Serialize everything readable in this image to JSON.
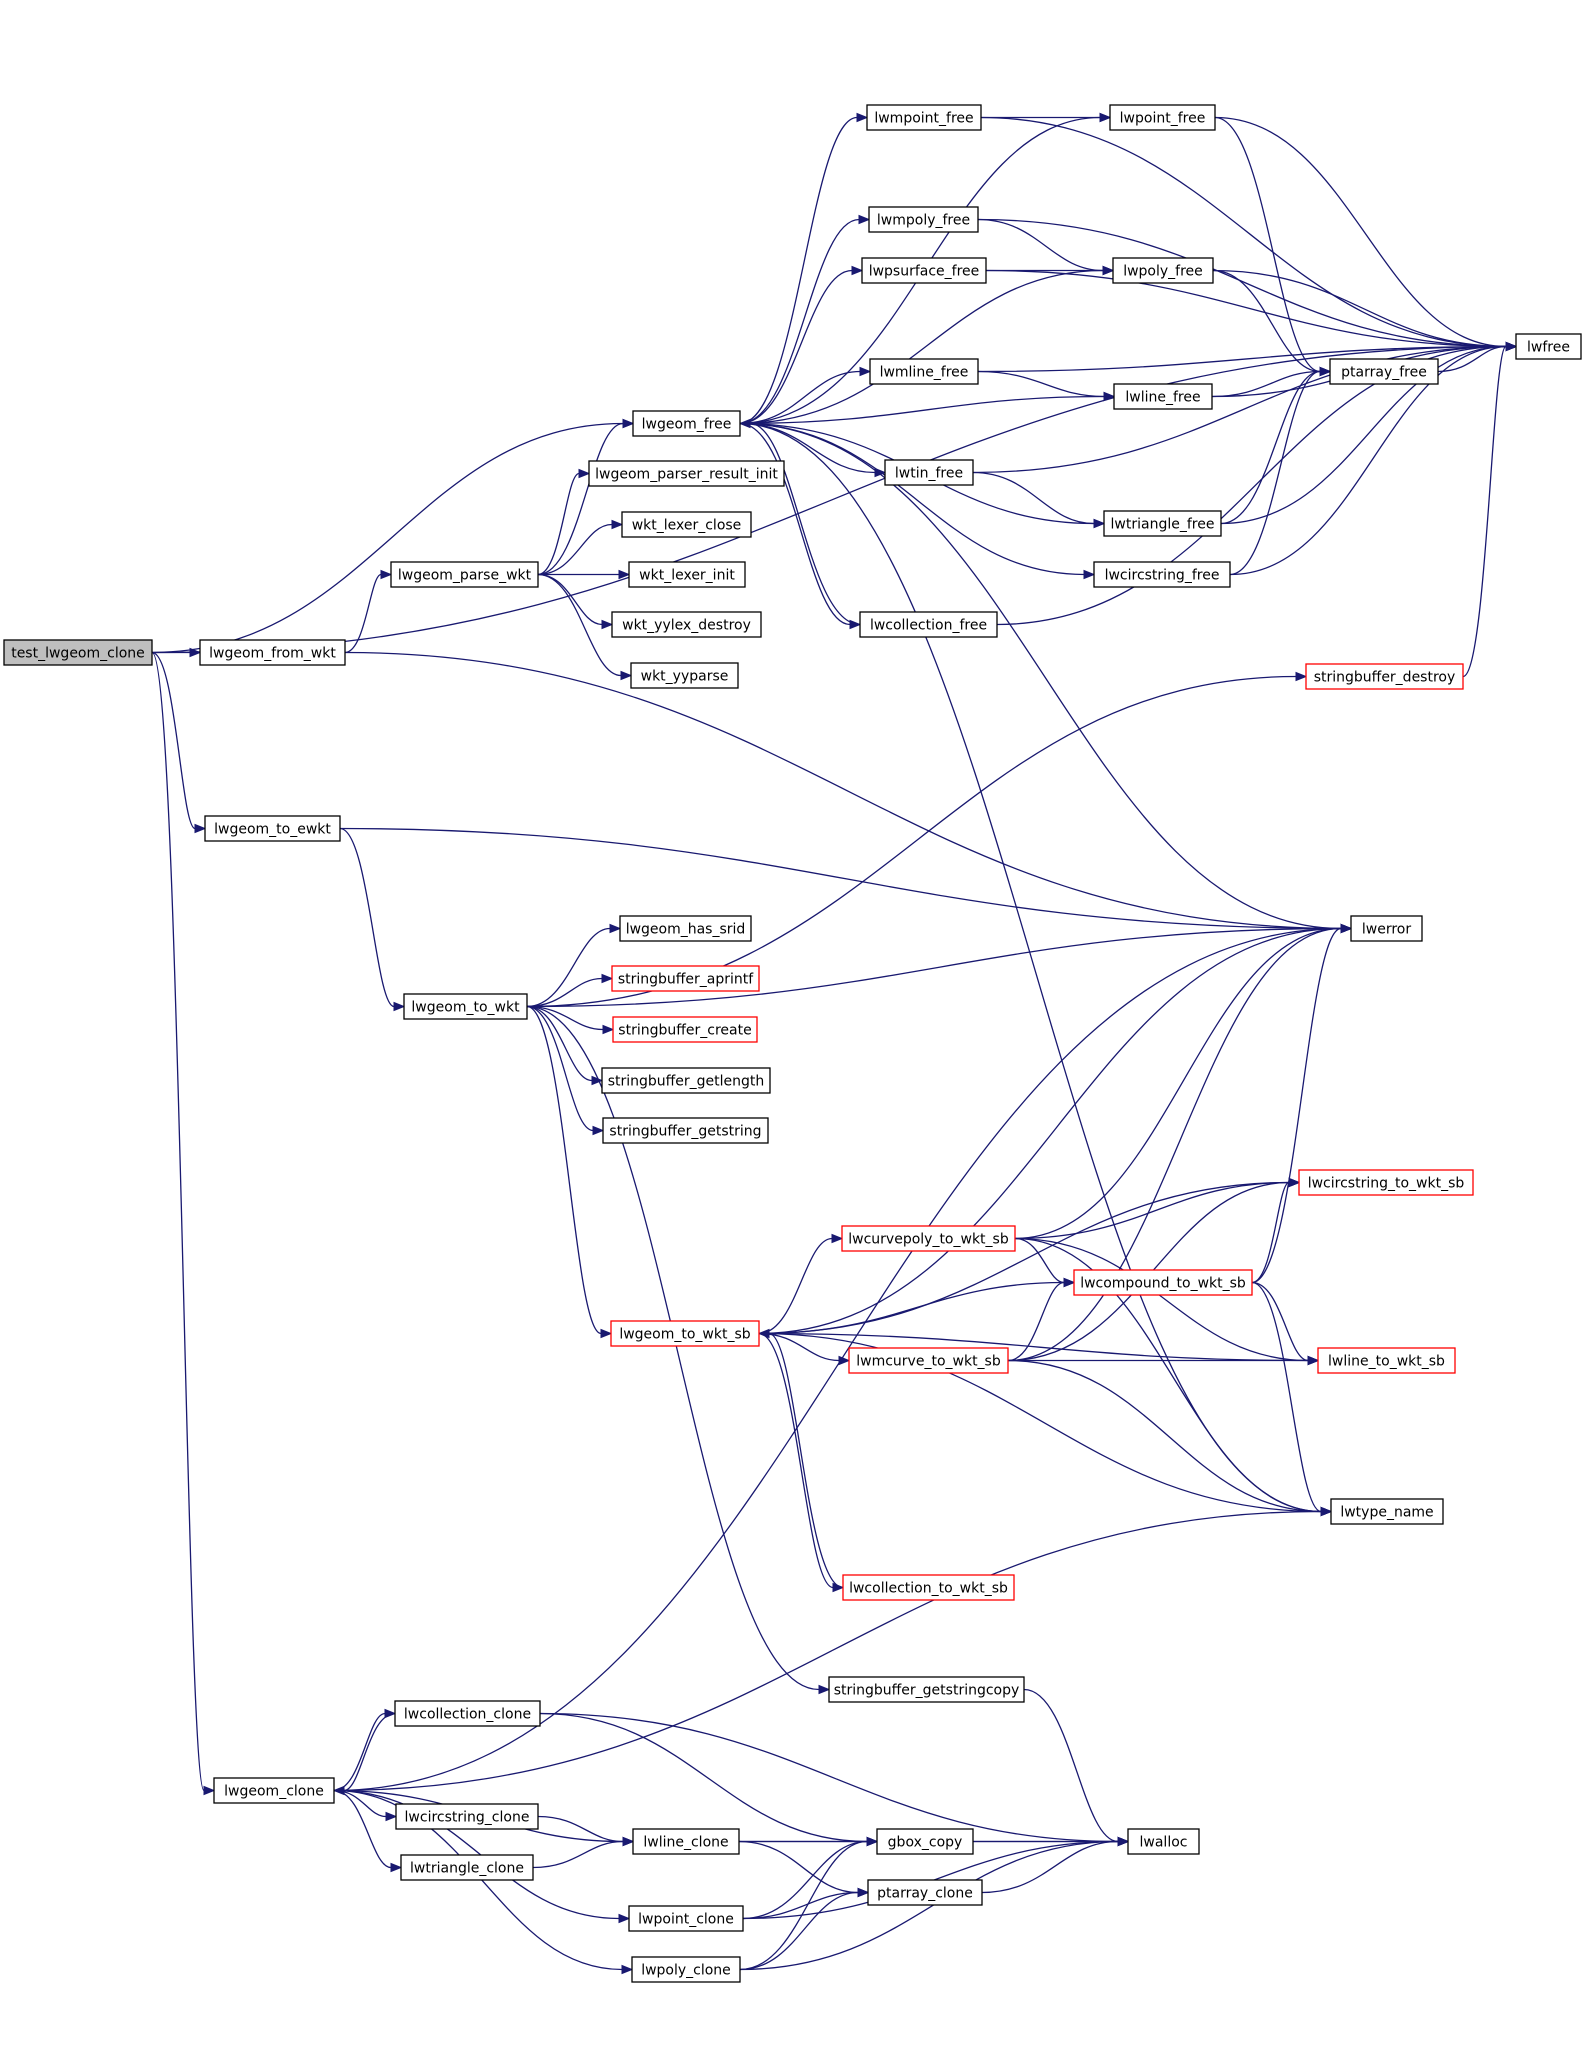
{
  "diagram": {
    "type": "call-graph",
    "node_border_color": "#000000",
    "external_node_border_color": "#ff0000",
    "root_fill_color": "#bfbfbf",
    "edge_color": "#191970",
    "nodes": [
      {
        "id": "test_lwgeom_clone",
        "label": "test_lwgeom_clone",
        "style": "root"
      },
      {
        "id": "lwgeom_from_wkt",
        "label": "lwgeom_from_wkt"
      },
      {
        "id": "lwgeom_to_ewkt",
        "label": "lwgeom_to_ewkt"
      },
      {
        "id": "lwgeom_clone",
        "label": "lwgeom_clone"
      },
      {
        "id": "lwgeom_parse_wkt",
        "label": "lwgeom_parse_wkt"
      },
      {
        "id": "lwgeom_to_wkt",
        "label": "lwgeom_to_wkt"
      },
      {
        "id": "lwcollection_clone",
        "label": "lwcollection_clone"
      },
      {
        "id": "lwcircstring_clone",
        "label": "lwcircstring_clone"
      },
      {
        "id": "lwtriangle_clone",
        "label": "lwtriangle_clone"
      },
      {
        "id": "lwgeom_free",
        "label": "lwgeom_free"
      },
      {
        "id": "lwgeom_parser_result_init",
        "label": "lwgeom_parser_result_init"
      },
      {
        "id": "wkt_lexer_close",
        "label": "wkt_lexer_close"
      },
      {
        "id": "wkt_lexer_init",
        "label": "wkt_lexer_init"
      },
      {
        "id": "wkt_yylex_destroy",
        "label": "wkt_yylex_destroy"
      },
      {
        "id": "wkt_yyparse",
        "label": "wkt_yyparse"
      },
      {
        "id": "lwgeom_has_srid",
        "label": "lwgeom_has_srid"
      },
      {
        "id": "stringbuffer_aprintf",
        "label": "stringbuffer_aprintf",
        "style": "external"
      },
      {
        "id": "stringbuffer_create",
        "label": "stringbuffer_create",
        "style": "external"
      },
      {
        "id": "stringbuffer_getlength",
        "label": "stringbuffer_getlength"
      },
      {
        "id": "stringbuffer_getstring",
        "label": "stringbuffer_getstring"
      },
      {
        "id": "lwgeom_to_wkt_sb",
        "label": "lwgeom_to_wkt_sb",
        "style": "external"
      },
      {
        "id": "stringbuffer_getstringcopy",
        "label": "stringbuffer_getstringcopy"
      },
      {
        "id": "lwline_clone",
        "label": "lwline_clone"
      },
      {
        "id": "lwpoint_clone",
        "label": "lwpoint_clone"
      },
      {
        "id": "lwpoly_clone",
        "label": "lwpoly_clone"
      },
      {
        "id": "lwmpoint_free",
        "label": "lwmpoint_free"
      },
      {
        "id": "lwmpoly_free",
        "label": "lwmpoly_free"
      },
      {
        "id": "lwpsurface_free",
        "label": "lwpsurface_free"
      },
      {
        "id": "lwmline_free",
        "label": "lwmline_free"
      },
      {
        "id": "lwtin_free",
        "label": "lwtin_free"
      },
      {
        "id": "lwcollection_free",
        "label": "lwcollection_free"
      },
      {
        "id": "lwcurvepoly_to_wkt_sb",
        "label": "lwcurvepoly_to_wkt_sb",
        "style": "external"
      },
      {
        "id": "lwmcurve_to_wkt_sb",
        "label": "lwmcurve_to_wkt_sb",
        "style": "external"
      },
      {
        "id": "lwcollection_to_wkt_sb",
        "label": "lwcollection_to_wkt_sb",
        "style": "external"
      },
      {
        "id": "gbox_copy",
        "label": "gbox_copy"
      },
      {
        "id": "ptarray_clone",
        "label": "ptarray_clone"
      },
      {
        "id": "lwpoint_free",
        "label": "lwpoint_free"
      },
      {
        "id": "lwpoly_free",
        "label": "lwpoly_free"
      },
      {
        "id": "lwline_free",
        "label": "lwline_free"
      },
      {
        "id": "lwtriangle_free",
        "label": "lwtriangle_free"
      },
      {
        "id": "lwcircstring_free",
        "label": "lwcircstring_free"
      },
      {
        "id": "lwcompound_to_wkt_sb",
        "label": "lwcompound_to_wkt_sb",
        "style": "external"
      },
      {
        "id": "stringbuffer_destroy",
        "label": "stringbuffer_destroy",
        "style": "external"
      },
      {
        "id": "lwalloc",
        "label": "lwalloc"
      },
      {
        "id": "ptarray_free",
        "label": "ptarray_free"
      },
      {
        "id": "lwcircstring_to_wkt_sb",
        "label": "lwcircstring_to_wkt_sb",
        "style": "external"
      },
      {
        "id": "lwline_to_wkt_sb",
        "label": "lwline_to_wkt_sb",
        "style": "external"
      },
      {
        "id": "lwerror",
        "label": "lwerror"
      },
      {
        "id": "lwtype_name",
        "label": "lwtype_name"
      },
      {
        "id": "lwfree",
        "label": "lwfree"
      }
    ],
    "edges": [
      [
        "test_lwgeom_clone",
        "lwgeom_from_wkt"
      ],
      [
        "test_lwgeom_clone",
        "lwgeom_to_ewkt"
      ],
      [
        "test_lwgeom_clone",
        "lwgeom_clone"
      ],
      [
        "test_lwgeom_clone",
        "lwgeom_free"
      ],
      [
        "test_lwgeom_clone",
        "lwfree"
      ],
      [
        "lwgeom_from_wkt",
        "lwgeom_parse_wkt"
      ],
      [
        "lwgeom_from_wkt",
        "lwerror"
      ],
      [
        "lwgeom_parse_wkt",
        "lwgeom_free"
      ],
      [
        "lwgeom_parse_wkt",
        "lwgeom_parser_result_init"
      ],
      [
        "lwgeom_parse_wkt",
        "wkt_lexer_close"
      ],
      [
        "lwgeom_parse_wkt",
        "wkt_lexer_init"
      ],
      [
        "lwgeom_parse_wkt",
        "wkt_yylex_destroy"
      ],
      [
        "lwgeom_parse_wkt",
        "wkt_yyparse"
      ],
      [
        "lwgeom_free",
        "lwmpoint_free"
      ],
      [
        "lwgeom_free",
        "lwpoint_free"
      ],
      [
        "lwgeom_free",
        "lwmpoly_free"
      ],
      [
        "lwgeom_free",
        "lwpsurface_free"
      ],
      [
        "lwgeom_free",
        "lwpoly_free"
      ],
      [
        "lwgeom_free",
        "lwmline_free"
      ],
      [
        "lwgeom_free",
        "lwline_free"
      ],
      [
        "lwgeom_free",
        "lwtin_free"
      ],
      [
        "lwgeom_free",
        "lwtriangle_free"
      ],
      [
        "lwgeom_free",
        "lwcircstring_free"
      ],
      [
        "lwgeom_free",
        "lwcollection_free"
      ],
      [
        "lwgeom_free",
        "lwerror"
      ],
      [
        "lwgeom_free",
        "lwtype_name"
      ],
      [
        "lwmpoint_free",
        "lwpoint_free"
      ],
      [
        "lwmpoint_free",
        "lwfree"
      ],
      [
        "lwpoint_free",
        "ptarray_free"
      ],
      [
        "lwpoint_free",
        "lwfree"
      ],
      [
        "lwmpoly_free",
        "lwpoly_free"
      ],
      [
        "lwmpoly_free",
        "lwfree"
      ],
      [
        "lwpsurface_free",
        "lwpoly_free"
      ],
      [
        "lwpsurface_free",
        "lwfree"
      ],
      [
        "lwpoly_free",
        "ptarray_free"
      ],
      [
        "lwpoly_free",
        "lwfree"
      ],
      [
        "lwmline_free",
        "lwline_free"
      ],
      [
        "lwmline_free",
        "lwfree"
      ],
      [
        "lwline_free",
        "ptarray_free"
      ],
      [
        "lwline_free",
        "lwfree"
      ],
      [
        "lwtin_free",
        "lwtriangle_free"
      ],
      [
        "lwtin_free",
        "lwfree"
      ],
      [
        "lwtriangle_free",
        "ptarray_free"
      ],
      [
        "lwtriangle_free",
        "lwfree"
      ],
      [
        "lwcircstring_free",
        "ptarray_free"
      ],
      [
        "lwcircstring_free",
        "lwfree"
      ],
      [
        "lwcollection_free",
        "lwgeom_free"
      ],
      [
        "lwcollection_free",
        "lwfree"
      ],
      [
        "ptarray_free",
        "lwfree"
      ],
      [
        "stringbuffer_destroy",
        "lwfree"
      ],
      [
        "lwgeom_to_ewkt",
        "lwgeom_to_wkt"
      ],
      [
        "lwgeom_to_ewkt",
        "lwerror"
      ],
      [
        "lwgeom_to_wkt",
        "stringbuffer_destroy"
      ],
      [
        "lwgeom_to_wkt",
        "lwerror"
      ],
      [
        "lwgeom_to_wkt",
        "lwgeom_has_srid"
      ],
      [
        "lwgeom_to_wkt",
        "stringbuffer_aprintf"
      ],
      [
        "lwgeom_to_wkt",
        "stringbuffer_create"
      ],
      [
        "lwgeom_to_wkt",
        "stringbuffer_getlength"
      ],
      [
        "lwgeom_to_wkt",
        "stringbuffer_getstring"
      ],
      [
        "lwgeom_to_wkt",
        "lwgeom_to_wkt_sb"
      ],
      [
        "lwgeom_to_wkt",
        "stringbuffer_getstringcopy"
      ],
      [
        "lwgeom_to_wkt_sb",
        "lwerror"
      ],
      [
        "lwgeom_to_wkt_sb",
        "lwcircstring_to_wkt_sb"
      ],
      [
        "lwgeom_to_wkt_sb",
        "lwcurvepoly_to_wkt_sb"
      ],
      [
        "lwgeom_to_wkt_sb",
        "lwcompound_to_wkt_sb"
      ],
      [
        "lwgeom_to_wkt_sb",
        "lwmcurve_to_wkt_sb"
      ],
      [
        "lwgeom_to_wkt_sb",
        "lwline_to_wkt_sb"
      ],
      [
        "lwgeom_to_wkt_sb",
        "lwcollection_to_wkt_sb"
      ],
      [
        "lwgeom_to_wkt_sb",
        "lwtype_name"
      ],
      [
        "lwcurvepoly_to_wkt_sb",
        "lwerror"
      ],
      [
        "lwcurvepoly_to_wkt_sb",
        "lwcircstring_to_wkt_sb"
      ],
      [
        "lwcurvepoly_to_wkt_sb",
        "lwcompound_to_wkt_sb"
      ],
      [
        "lwcurvepoly_to_wkt_sb",
        "lwline_to_wkt_sb"
      ],
      [
        "lwcurvepoly_to_wkt_sb",
        "lwtype_name"
      ],
      [
        "lwmcurve_to_wkt_sb",
        "lwerror"
      ],
      [
        "lwmcurve_to_wkt_sb",
        "lwcompound_to_wkt_sb"
      ],
      [
        "lwmcurve_to_wkt_sb",
        "lwcircstring_to_wkt_sb"
      ],
      [
        "lwmcurve_to_wkt_sb",
        "lwline_to_wkt_sb"
      ],
      [
        "lwmcurve_to_wkt_sb",
        "lwtype_name"
      ],
      [
        "lwcompound_to_wkt_sb",
        "lwerror"
      ],
      [
        "lwcompound_to_wkt_sb",
        "lwcircstring_to_wkt_sb"
      ],
      [
        "lwcompound_to_wkt_sb",
        "lwline_to_wkt_sb"
      ],
      [
        "lwcompound_to_wkt_sb",
        "lwtype_name"
      ],
      [
        "lwcollection_to_wkt_sb",
        "lwgeom_to_wkt_sb"
      ],
      [
        "stringbuffer_getstringcopy",
        "lwalloc"
      ],
      [
        "lwgeom_clone",
        "lwcollection_clone"
      ],
      [
        "lwgeom_clone",
        "lwcircstring_clone"
      ],
      [
        "lwgeom_clone",
        "lwtriangle_clone"
      ],
      [
        "lwgeom_clone",
        "lwline_clone"
      ],
      [
        "lwgeom_clone",
        "lwpoint_clone"
      ],
      [
        "lwgeom_clone",
        "lwpoly_clone"
      ],
      [
        "lwgeom_clone",
        "lwerror"
      ],
      [
        "lwgeom_clone",
        "lwtype_name"
      ],
      [
        "lwcollection_clone",
        "lwgeom_clone"
      ],
      [
        "lwcollection_clone",
        "gbox_copy"
      ],
      [
        "lwcollection_clone",
        "lwalloc"
      ],
      [
        "lwcircstring_clone",
        "lwline_clone"
      ],
      [
        "lwtriangle_clone",
        "lwline_clone"
      ],
      [
        "lwline_clone",
        "gbox_copy"
      ],
      [
        "lwline_clone",
        "ptarray_clone"
      ],
      [
        "lwline_clone",
        "lwalloc"
      ],
      [
        "lwpoint_clone",
        "gbox_copy"
      ],
      [
        "lwpoint_clone",
        "ptarray_clone"
      ],
      [
        "lwpoint_clone",
        "lwalloc"
      ],
      [
        "lwpoly_clone",
        "gbox_copy"
      ],
      [
        "lwpoly_clone",
        "ptarray_clone"
      ],
      [
        "lwpoly_clone",
        "lwalloc"
      ],
      [
        "gbox_copy",
        "lwalloc"
      ],
      [
        "ptarray_clone",
        "lwalloc"
      ]
    ]
  }
}
